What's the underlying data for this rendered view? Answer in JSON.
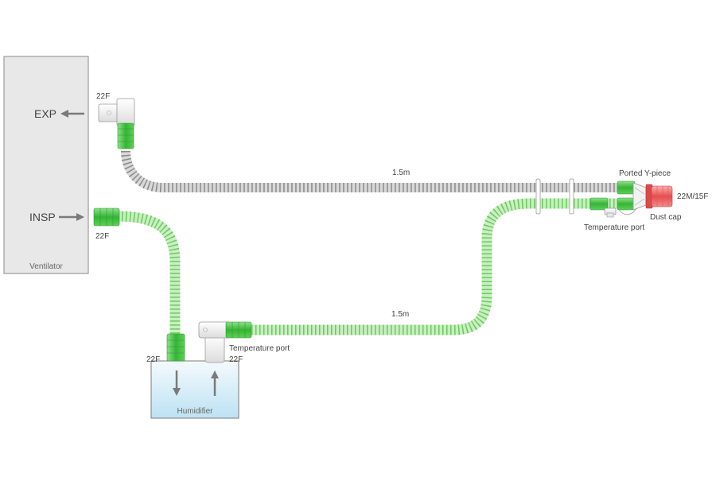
{
  "colors": {
    "ventilator_fill": "#e8e8e8",
    "ventilator_stroke": "#8a8a8a",
    "humidifier_fill_top": "#f2f9fd",
    "humidifier_fill_bottom": "#bfe3f4",
    "humidifier_stroke": "#7a7a7a",
    "green_tube": "#7ccf6c",
    "green_connector": "#3dbb3d",
    "grey_tube": "#9a9a9a",
    "dust_cap": "#f06a6a",
    "arrow": "#7a7a7a",
    "text": "#444444"
  },
  "ventilator": {
    "label": "Ventilator"
  },
  "humidifier": {
    "label": "Humidifier"
  },
  "ports": {
    "exp_label": "EXP",
    "insp_label": "INSP"
  },
  "connector_labels": {
    "exp_connector": "22F",
    "insp_connector": "22F",
    "humidifier_inlet": "22F",
    "humidifier_outlet": "22F",
    "patient_connector": "22M/15F"
  },
  "tube_lengths": {
    "expiratory_limb": "1.5m",
    "inspiratory_limb": "1.5m"
  },
  "components": {
    "ported_y_piece": "Ported Y-piece",
    "dust_cap": "Dust cap",
    "temperature_port_patient": "Temperature port",
    "temperature_port_chamber": "Temperature port"
  },
  "icons": {
    "exp_arrow": "arrow-left-icon",
    "insp_arrow": "arrow-right-icon",
    "down_arrow": "arrow-down-icon",
    "up_arrow": "arrow-up-icon"
  }
}
